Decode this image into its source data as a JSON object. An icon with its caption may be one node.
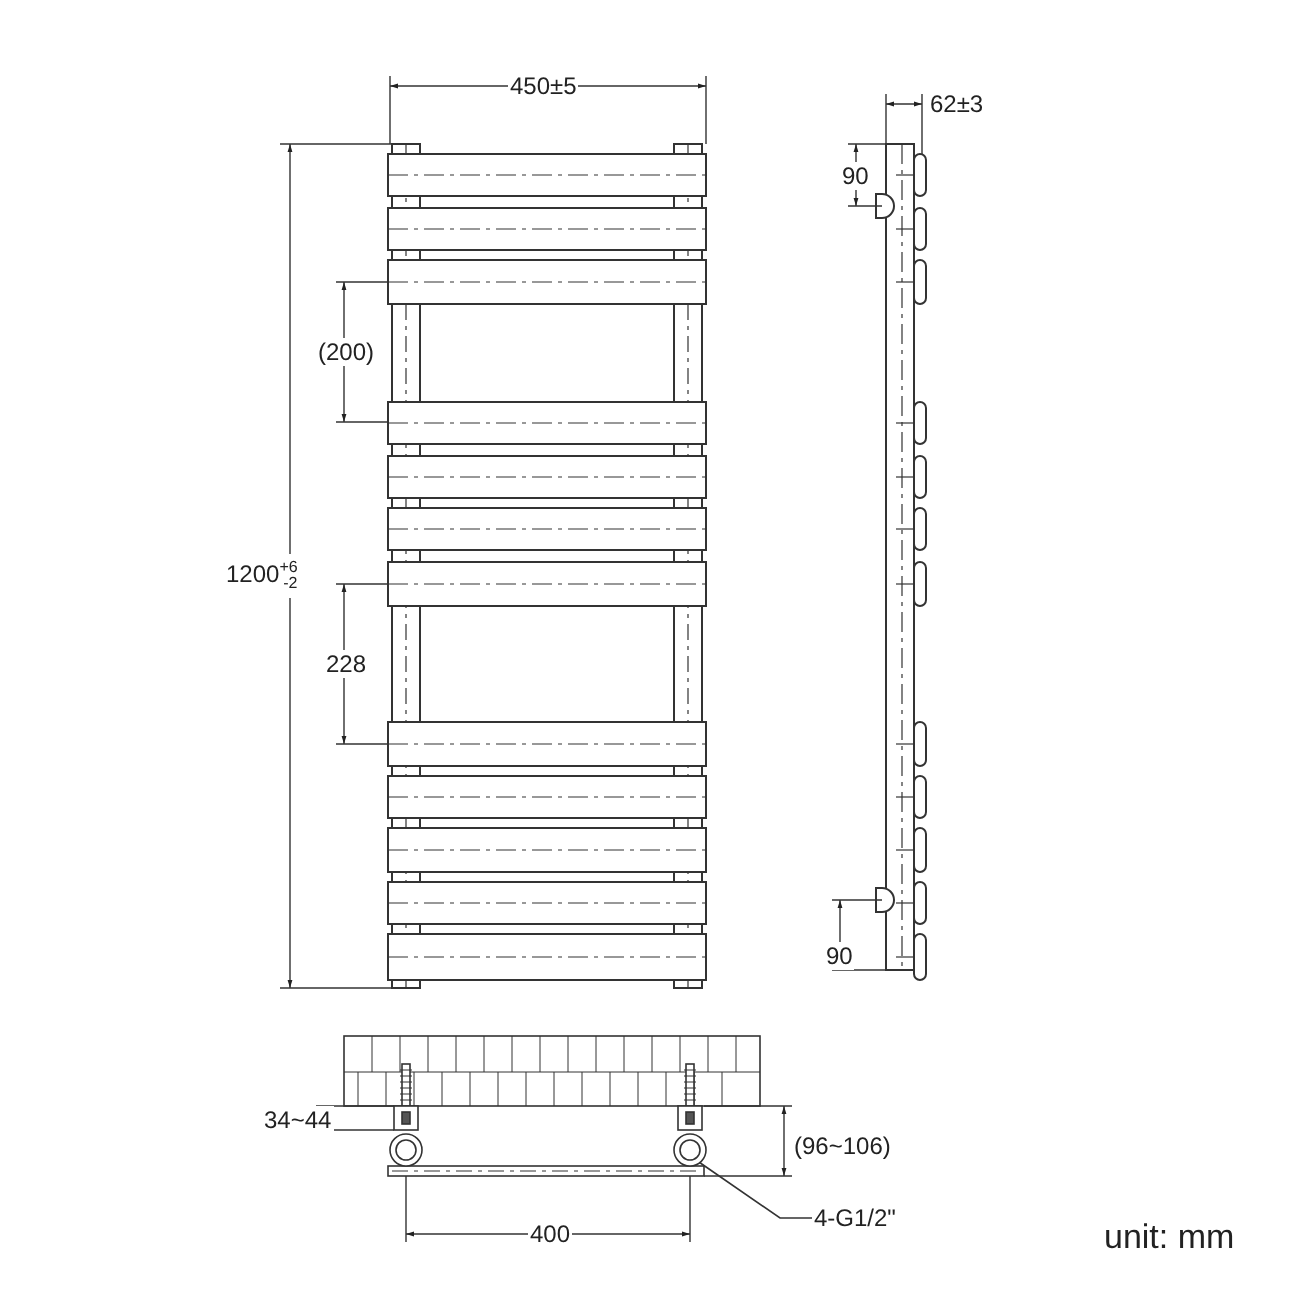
{
  "diagram": {
    "nodes": [
      {
        "text": [
          "4-G1/2\""
        ]
      },
      {
        "text": [],
        "shape": "picture"
      }
    ],
    "edges": [
      {
        "from": 0,
        "to": 1,
        "arrow": "none"
      }
    ],
    "labels": [
      "450±5",
      "62±3",
      "90",
      "(200)",
      "1200$^{+6}$$_{-2}$",
      "228",
      "90",
      "34~44",
      "(96~106)",
      "400",
      "unit: mm"
    ]
  }
}
